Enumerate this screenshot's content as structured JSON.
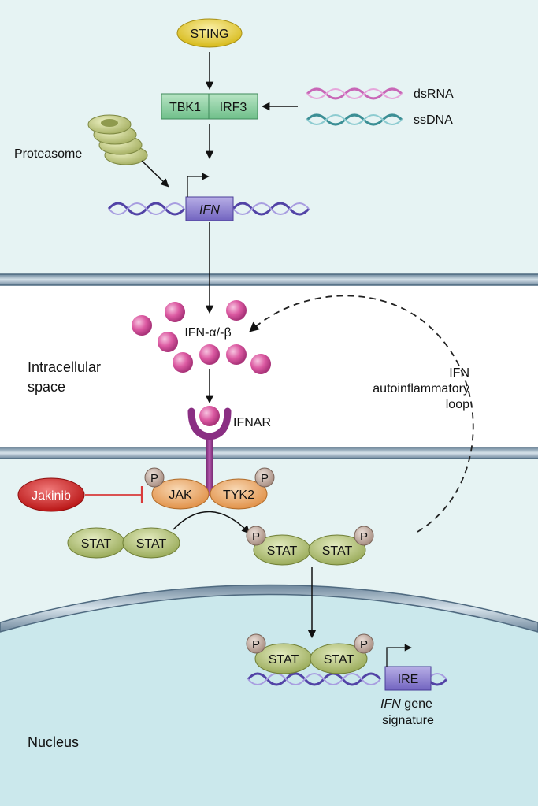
{
  "labels": {
    "sting": "STING",
    "tbk1": "TBK1",
    "irf3": "IRF3",
    "dsrna": "dsRNA",
    "ssdna": "ssDNA",
    "proteasome": "Proteasome",
    "ifn_gene": "IFN",
    "ifn_ab": "IFN-α/-β",
    "intracellular_line1": "Intracellular",
    "intracellular_line2": "space",
    "loop_line1": "IFN",
    "loop_line2": "autoinflammatory",
    "loop_line3": "loop",
    "ifnar": "IFNAR",
    "jakinib": "Jakinib",
    "jak": "JAK",
    "tyk2": "TYK2",
    "p": "P",
    "stat": "STAT",
    "ire": "IRE",
    "signature_italic": "IFN",
    "signature_rest": " gene",
    "signature_line2": "signature",
    "nucleus": "Nucleus"
  },
  "colors": {
    "sting": "#e8cf3a",
    "tbk1_irf3": "#8fcfa3",
    "gene_box": "#8a7fd0",
    "ifn_ball": "#d8509a",
    "receptor": "#8a2f83",
    "jak_tyk2": "#e9a463",
    "stat": "#b8c778",
    "phospho": "#c8b0a4",
    "jakinib": "#d92a2a",
    "dsrna": "#c867b7",
    "ssdna": "#53a4a9",
    "dna": "#6a58b4",
    "membrane": "#8da4b8",
    "cytoplasm": "#e6f3f3",
    "nucleus": "#cbe8ec"
  }
}
